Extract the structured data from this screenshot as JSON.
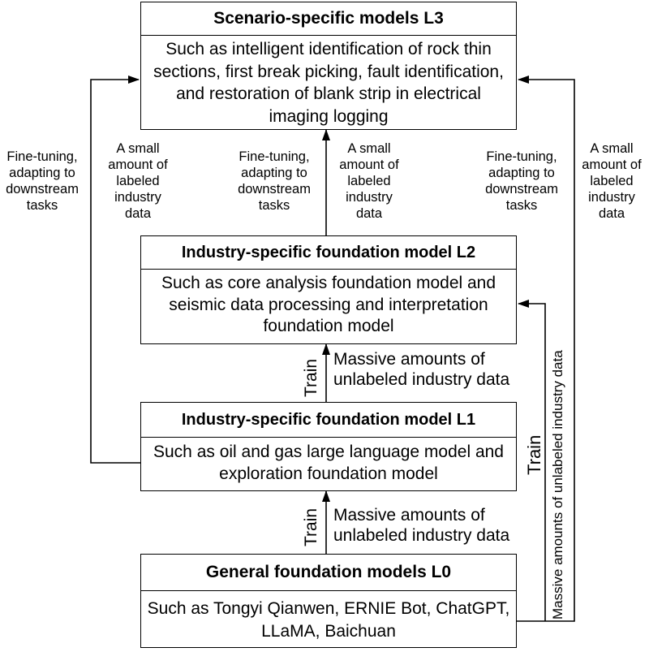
{
  "boxes": {
    "l3": {
      "title": "Scenario-specific models L3",
      "body": "Such as intelligent identification of rock thin sections, first break picking, fault identification, and restoration of blank strip in electrical imaging logging"
    },
    "l2": {
      "title": "Industry-specific foundation model L2",
      "body": "Such as core analysis foundation model and seismic data processing and interpretation foundation model"
    },
    "l1": {
      "title": "Industry-specific foundation model L1",
      "body": "Such as oil and gas large language model and exploration foundation model"
    },
    "l0": {
      "title": "General foundation models L0",
      "body": "Such as Tongyi Qianwen, ERNIE Bot, ChatGPT, LLaMA, Baichuan"
    }
  },
  "labels": {
    "finetune_left": "Fine-tuning,\nadapting to\ndownstream\ntasks",
    "smallamount_left": "A small\namount of\nlabeled\nindustry\ndata",
    "finetune_center": "Fine-tuning,\nadapting to\ndownstream\ntasks",
    "smallamount_center": "A small\namount of\nlabeled\nindustry\ndata",
    "finetune_right": "Fine-tuning,\nadapting to\ndownstream\ntasks",
    "smallamount_right": "A small\namount of\nlabeled\nindustry\ndata",
    "train_upper": "Train",
    "massive_upper": "Massive amounts of\nunlabeled industry data",
    "train_lower": "Train",
    "massive_lower": "Massive amounts of\nunlabeled industry data",
    "train_right": "Train",
    "massive_right_vertical": "Massive amounts of unlabeled industry data"
  }
}
